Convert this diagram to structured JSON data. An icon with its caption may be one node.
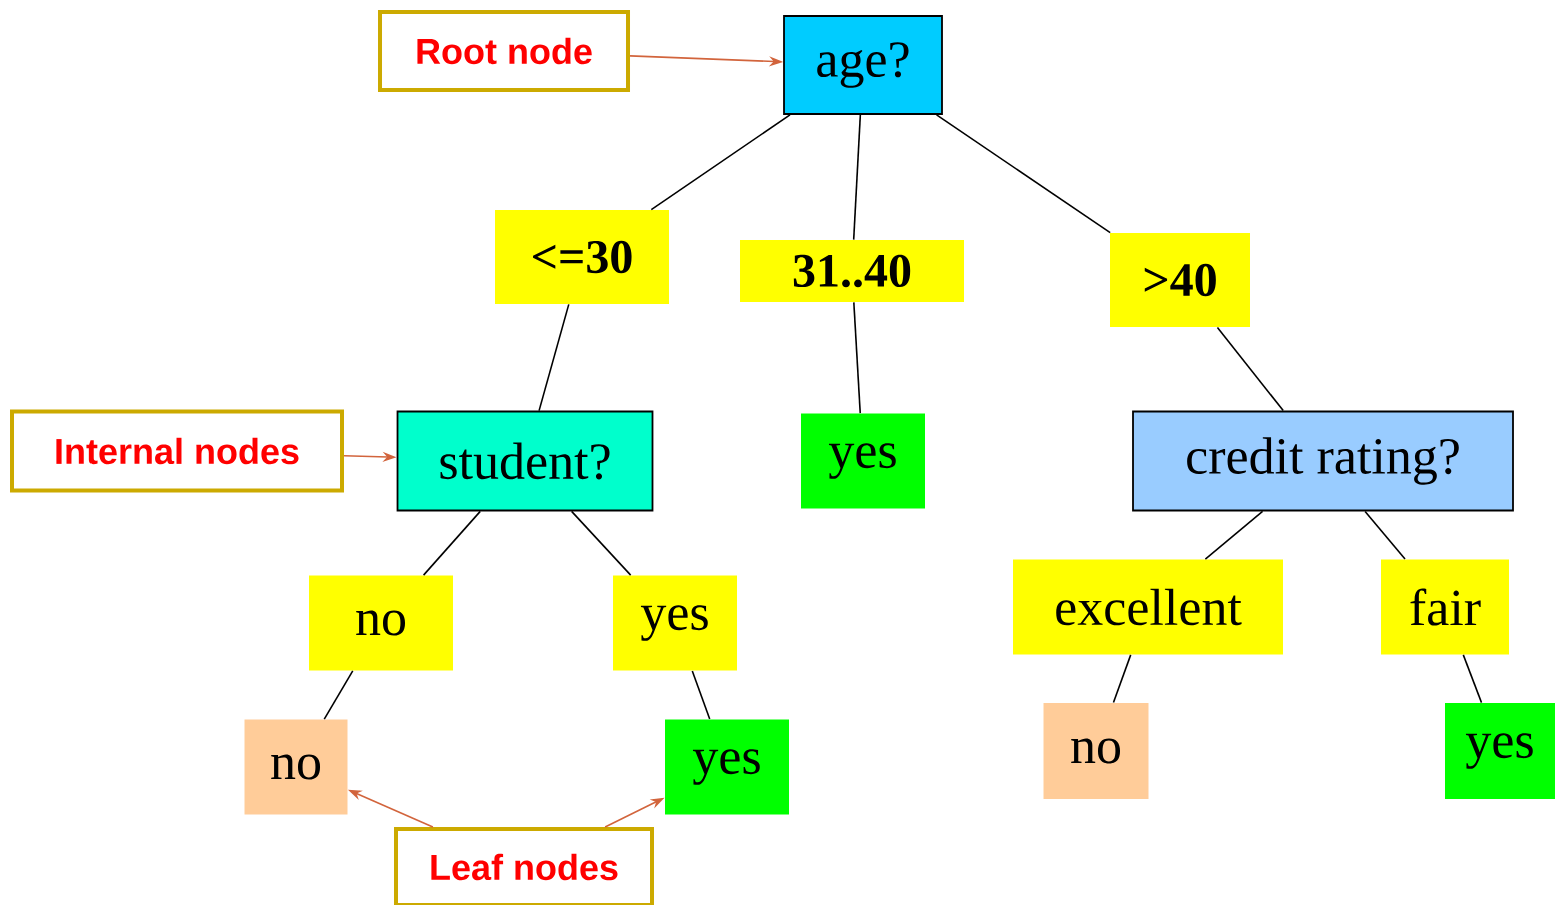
{
  "diagram": {
    "nodes": [
      {
        "text": [
          "age?"
        ]
      },
      {
        "text": [
          "<=30"
        ]
      },
      {
        "text": [
          "31..40"
        ]
      },
      {
        "text": [
          ">40"
        ]
      },
      {
        "text": [
          "student?"
        ]
      },
      {
        "text": [
          "yes"
        ]
      },
      {
        "text": [
          "credit rating?"
        ]
      },
      {
        "text": [
          "no"
        ]
      },
      {
        "text": [
          "yes"
        ]
      },
      {
        "text": [
          "excellent"
        ]
      },
      {
        "text": [
          "fair"
        ]
      },
      {
        "text": [
          "no"
        ]
      },
      {
        "text": [
          "yes"
        ]
      },
      {
        "text": [
          "no"
        ]
      },
      {
        "text": [
          "yes"
        ]
      },
      {
        "text": [
          "Root node"
        ]
      },
      {
        "text": [
          "Internal nodes"
        ]
      },
      {
        "text": [
          "Leaf nodes"
        ]
      }
    ],
    "edges": [
      {
        "from": 0,
        "to": 1,
        "arrow": "none"
      },
      {
        "from": 1,
        "to": 4,
        "arrow": "none"
      },
      {
        "from": 0,
        "to": 2,
        "arrow": "none"
      },
      {
        "from": 2,
        "to": 5,
        "arrow": "none"
      },
      {
        "from": 0,
        "to": 3,
        "arrow": "none"
      },
      {
        "from": 3,
        "to": 6,
        "arrow": "none"
      },
      {
        "from": 4,
        "to": 7,
        "arrow": "none"
      },
      {
        "from": 7,
        "to": 11,
        "arrow": "none"
      },
      {
        "from": 4,
        "to": 8,
        "arrow": "none"
      },
      {
        "from": 8,
        "to": 12,
        "arrow": "none"
      },
      {
        "from": 6,
        "to": 9,
        "arrow": "none"
      },
      {
        "from": 9,
        "to": 13,
        "arrow": "none"
      },
      {
        "from": 6,
        "to": 10,
        "arrow": "none"
      },
      {
        "from": 10,
        "to": 14,
        "arrow": "none"
      },
      {
        "from": 15,
        "to": 0,
        "arrow": "to",
        "color": "#d2643c"
      },
      {
        "from": 16,
        "to": 4,
        "arrow": "to",
        "color": "#d2643c"
      },
      {
        "from": 17,
        "to": 11,
        "arrow": "to",
        "color": "#d2643c"
      },
      {
        "from": 17,
        "to": 12,
        "arrow": "to",
        "color": "#d2643c"
      }
    ]
  }
}
